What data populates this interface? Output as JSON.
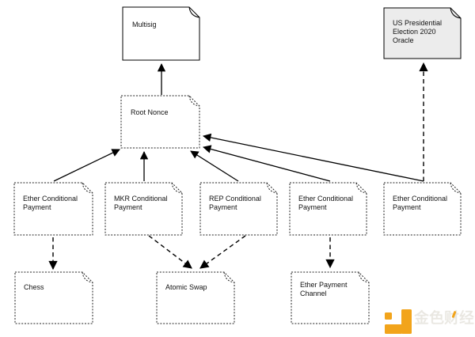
{
  "nodes": {
    "multisig": {
      "label": "Multisig",
      "shape": "note",
      "border": "solid",
      "fill": "#ffffff"
    },
    "oracle": {
      "label": "US Presidential Election 2020 Oracle",
      "shape": "note",
      "border": "solid",
      "fill": "#ececec"
    },
    "root_nonce": {
      "label": "Root Nonce",
      "shape": "note",
      "border": "dashed",
      "fill": "#ffffff"
    },
    "ether_cp_1": {
      "label": "Ether Conditional Payment",
      "shape": "note",
      "border": "dashed",
      "fill": "#ffffff"
    },
    "mkr_cp": {
      "label": "MKR Conditional Payment",
      "shape": "note",
      "border": "dashed",
      "fill": "#ffffff"
    },
    "rep_cp": {
      "label": "REP Conditional Payment",
      "shape": "note",
      "border": "dashed",
      "fill": "#ffffff"
    },
    "ether_cp_2": {
      "label": "Ether Conditional Payment",
      "shape": "note",
      "border": "dashed",
      "fill": "#ffffff"
    },
    "ether_cp_3": {
      "label": "Ether Conditional Payment",
      "shape": "note",
      "border": "dashed",
      "fill": "#ffffff"
    },
    "chess": {
      "label": "Chess",
      "shape": "note",
      "border": "dashed",
      "fill": "#ffffff"
    },
    "atomic_swap": {
      "label": "Atomic Swap",
      "shape": "note",
      "border": "dashed",
      "fill": "#ffffff"
    },
    "ether_payment_channel": {
      "label": "Ether Payment Channel",
      "shape": "note",
      "border": "dashed",
      "fill": "#ffffff"
    }
  },
  "edges": [
    {
      "from": "root_nonce",
      "to": "multisig",
      "style": "solid-arrow"
    },
    {
      "from": "ether_cp_1",
      "to": "root_nonce",
      "style": "solid-arrow"
    },
    {
      "from": "mkr_cp",
      "to": "root_nonce",
      "style": "solid-arrow"
    },
    {
      "from": "rep_cp",
      "to": "root_nonce",
      "style": "solid-arrow"
    },
    {
      "from": "ether_cp_2",
      "to": "root_nonce",
      "style": "solid-arrow"
    },
    {
      "from": "ether_cp_3",
      "to": "root_nonce",
      "style": "solid-arrow"
    },
    {
      "from": "ether_cp_3",
      "to": "oracle",
      "style": "dashed-arrow"
    },
    {
      "from": "ether_cp_1",
      "to": "chess",
      "style": "dashed-arrow"
    },
    {
      "from": "mkr_cp",
      "to": "atomic_swap",
      "style": "dashed-arrow"
    },
    {
      "from": "rep_cp",
      "to": "atomic_swap",
      "style": "dashed-arrow"
    },
    {
      "from": "ether_cp_2",
      "to": "ether_payment_channel",
      "style": "dashed-arrow"
    }
  ],
  "canvas": {
    "background": "#ffffff",
    "line_color": "#000000",
    "oracle_fill": "#ececec"
  },
  "watermark": {
    "text": "金色财经",
    "icon": "jinse-logo-blocks",
    "accent_color": "#f2a41b",
    "text_color": "#e9e7e1"
  }
}
